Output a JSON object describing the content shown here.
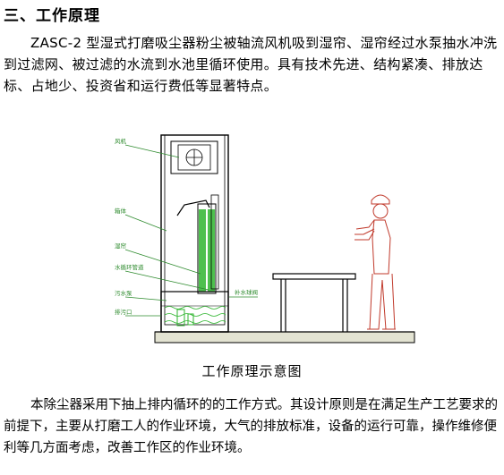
{
  "section_heading": "三、工作原理",
  "paragraph1": "ZASC-2 型湿式打磨吸尘器粉尘被轴流风机吸到湿帘、湿帘经过水泵抽水冲洗到过滤网、被过滤的水流到水池里循环使用。具有技术先进、结构紧凑、排放达标、占地少、投资省和运行费低等显著特点。",
  "figure": {
    "labels": {
      "fan": "风机",
      "body": "箱体",
      "wet_curtain": "湿帘",
      "water_pipe": "水循环管道",
      "pump": "污水泵",
      "drain": "排污口",
      "tank": "补水球阀"
    },
    "caption": "工作原理示意图"
  },
  "paragraph2": "本除尘器采用下抽上排内循环的的工作方式。其设计原则是在满足生产工艺要求的前提下，主要从打磨工人的作业环境，大气的排放标准，设备的运行可靠，操作维修便利等几方面考虑，改善工作区的作业环境。",
  "colors": {
    "label_green": "#2e8b2e",
    "curtain_green": "#2fb52f",
    "line": "#000000",
    "floor": "#d9d9c8"
  }
}
